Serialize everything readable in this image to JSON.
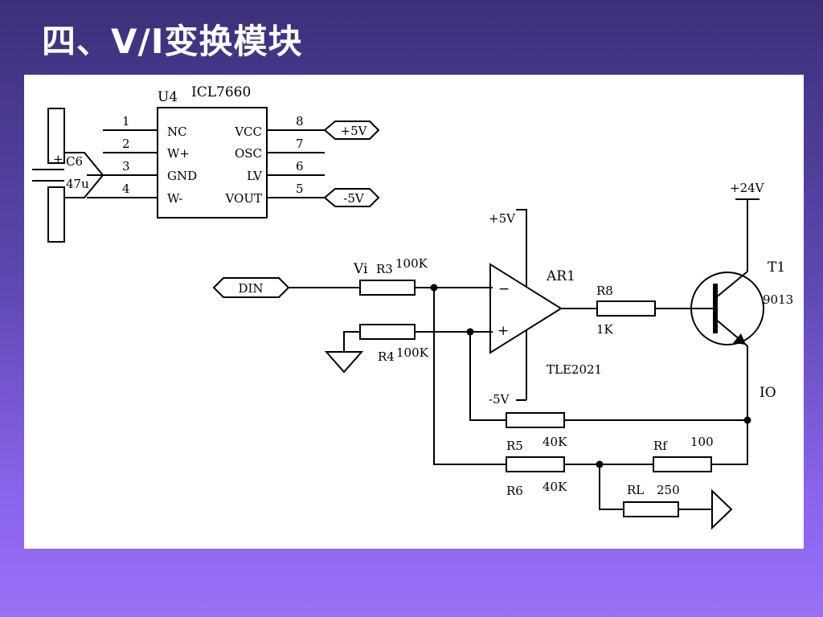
{
  "slide": {
    "title": "四、V/I变换模块"
  },
  "ic": {
    "ref": "U4",
    "part": "ICL7660",
    "left_pins": [
      {
        "num": "1",
        "name": "NC"
      },
      {
        "num": "2",
        "name": "W+"
      },
      {
        "num": "3",
        "name": "GND"
      },
      {
        "num": "4",
        "name": "W-"
      }
    ],
    "right_pins": [
      {
        "num": "8",
        "name": "VCC"
      },
      {
        "num": "7",
        "name": "OSC"
      },
      {
        "num": "6",
        "name": "LV"
      },
      {
        "num": "5",
        "name": "VOUT"
      }
    ],
    "vcc_net": "+5V",
    "vout_net": "-5V"
  },
  "capacitor": {
    "ref": "C6",
    "value": "47u",
    "polarity": "+"
  },
  "input": {
    "net": "DIN",
    "signal": "Vi"
  },
  "r3": {
    "ref": "R3",
    "value": "100K"
  },
  "r4": {
    "ref": "R4",
    "value": "100K"
  },
  "opamp": {
    "ref": "AR1",
    "part": "TLE2021",
    "vpos": "+5V",
    "vneg": "-5V",
    "minus": "−",
    "plus": "+"
  },
  "r8": {
    "ref": "R8",
    "value": "1K"
  },
  "transistor": {
    "ref": "T1",
    "part": "9013",
    "supply": "+24V"
  },
  "output_current": "IO",
  "r5": {
    "ref": "R5",
    "value": "40K"
  },
  "r6": {
    "ref": "R6",
    "value": "40K"
  },
  "rf": {
    "ref": "Rf",
    "value": "100"
  },
  "rl": {
    "ref": "RL",
    "value": "250"
  }
}
